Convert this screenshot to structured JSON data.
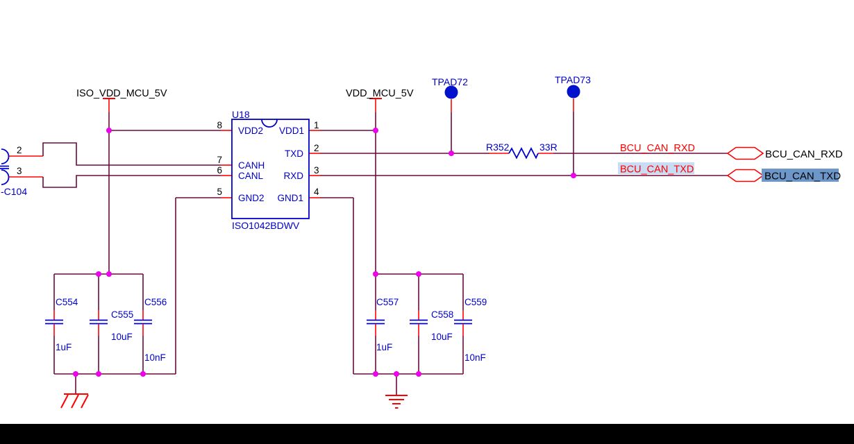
{
  "colors": {
    "background": "#ffffff",
    "wire": "#6d0a3d",
    "pin_stub": "#ff0000",
    "symbol_blue": "#0000cc",
    "label_blue": "#0000c8",
    "net_label_red": "#ff0000",
    "junction_dot": "#ee00ee",
    "testpad_fill": "#0012cc",
    "net_highlight_light": "#c8dcf4",
    "net_highlight_selected": "#6d97c9",
    "bottom_bar": "#000000"
  },
  "power_labels": {
    "iso_vdd": "ISO_VDD_MCU_5V",
    "vdd": "VDD_MCU_5V"
  },
  "testpads": {
    "tpad72": "TPAD72",
    "tpad73": "TPAD73"
  },
  "ic": {
    "ref": "U18",
    "part": "ISO1042BDWV",
    "left_pins": [
      {
        "num": "8",
        "name": "VDD2"
      },
      {
        "num": "7",
        "name": "CANH"
      },
      {
        "num": "6",
        "name": "CANL"
      },
      {
        "num": "5",
        "name": "GND2"
      }
    ],
    "right_pins": [
      {
        "num": "1",
        "name": "VDD1"
      },
      {
        "num": "2",
        "name": "TXD"
      },
      {
        "num": "3",
        "name": "RXD"
      },
      {
        "num": "4",
        "name": "GND1"
      }
    ]
  },
  "choke": {
    "ref": "-C104",
    "pin_top": "2",
    "pin_bottom": "3"
  },
  "resistor": {
    "ref": "R352",
    "value": "33R"
  },
  "capacitors": [
    {
      "ref": "C554",
      "value": "1uF"
    },
    {
      "ref": "C555",
      "value": "10uF"
    },
    {
      "ref": "C556",
      "value": "10nF"
    },
    {
      "ref": "C557",
      "value": "1uF"
    },
    {
      "ref": "C558",
      "value": "10uF"
    },
    {
      "ref": "C559",
      "value": "10nF"
    }
  ],
  "net_labels": {
    "rxd": "BCU_CAN_RXD",
    "txd": "BCU_CAN_TXD"
  },
  "offpage_connectors": {
    "rxd": "BCU_CAN_RXD",
    "txd": "BCU_CAN_TXD"
  }
}
